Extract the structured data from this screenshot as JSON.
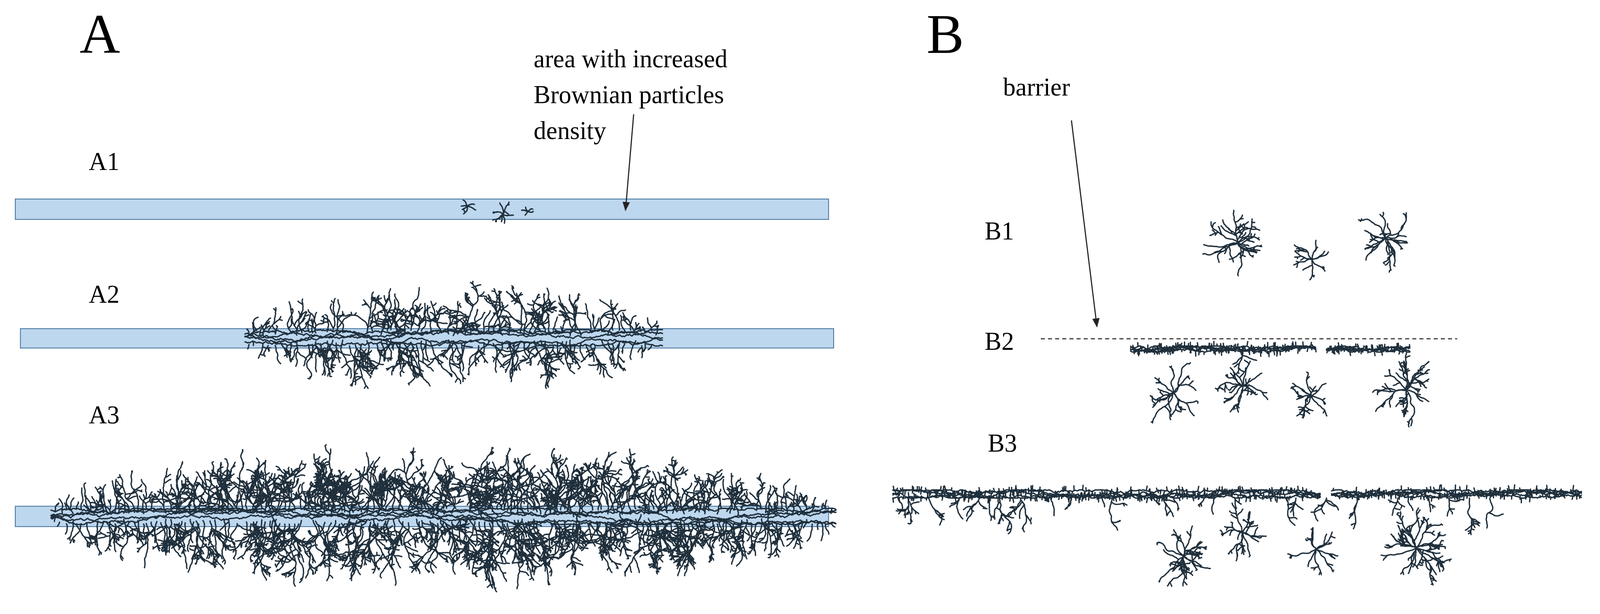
{
  "diagram": {
    "labels": [
      "A",
      "area with increased Brownian particles density",
      "A1",
      "A2",
      "A3",
      "B",
      "barrier",
      "B1",
      "B2",
      "B3"
    ]
  }
}
